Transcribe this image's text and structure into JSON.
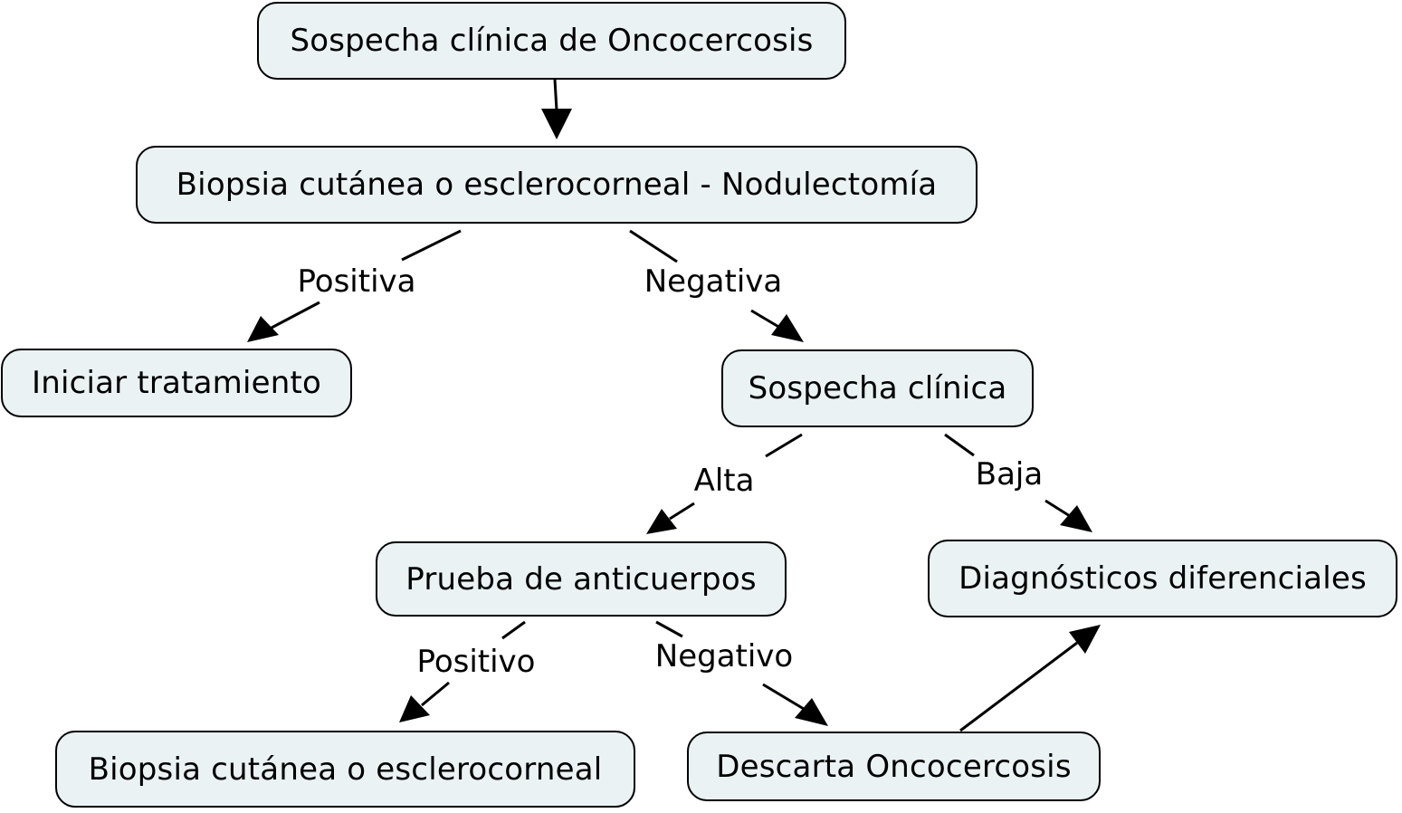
{
  "nodes": {
    "sospecha_oncocercosis": "Sospecha clínica de Oncocercosis",
    "biopsia_nodulectomia": "Biopsia cutánea o esclerocorneal - Nodulectomía",
    "iniciar_tratamiento": "Iniciar tratamiento",
    "sospecha_clinica": "Sospecha clínica",
    "prueba_anticuerpos": "Prueba de anticuerpos",
    "diagnosticos_diferenciales": "Diagnósticos diferenciales",
    "biopsia_cutanea": "Biopsia cutánea o esclerocorneal",
    "descarta_oncocercosis": "Descarta Oncocercosis"
  },
  "edge_labels": {
    "positiva": "Positiva",
    "negativa": "Negativa",
    "alta": "Alta",
    "baja": "Baja",
    "positivo": "Positivo",
    "negativo": "Negativo"
  },
  "colors": {
    "node_fill": "#eaf2f4",
    "stroke": "#000000"
  }
}
